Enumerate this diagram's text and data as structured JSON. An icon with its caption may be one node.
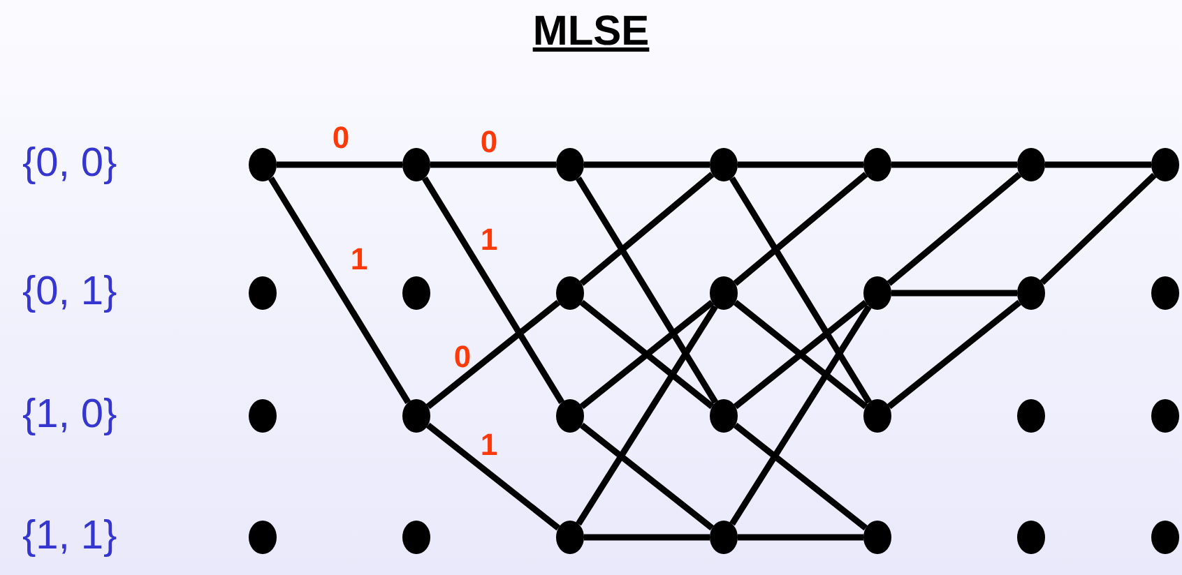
{
  "diagram": {
    "title": "MLSE",
    "nodes": [
      {
        "text": [],
        "shape": "circle"
      },
      {
        "text": [],
        "shape": "circle"
      },
      {
        "text": [],
        "shape": "circle"
      },
      {
        "text": [],
        "shape": "circle"
      },
      {
        "text": [],
        "shape": "circle"
      },
      {
        "text": [],
        "shape": "circle"
      },
      {
        "text": [],
        "shape": "circle"
      },
      {
        "text": [],
        "shape": "circle"
      },
      {
        "text": [],
        "shape": "circle"
      },
      {
        "text": [],
        "shape": "circle"
      },
      {
        "text": [],
        "shape": "circle"
      },
      {
        "text": [],
        "shape": "circle"
      },
      {
        "text": [],
        "shape": "circle"
      },
      {
        "text": [],
        "shape": "circle"
      },
      {
        "text": [],
        "shape": "circle"
      },
      {
        "text": [],
        "shape": "circle"
      },
      {
        "text": [],
        "shape": "circle"
      },
      {
        "text": [],
        "shape": "circle"
      },
      {
        "text": [],
        "shape": "circle"
      },
      {
        "text": [],
        "shape": "circle"
      },
      {
        "text": [],
        "shape": "circle"
      },
      {
        "text": [],
        "shape": "circle"
      },
      {
        "text": [],
        "shape": "circle"
      },
      {
        "text": [],
        "shape": "circle"
      },
      {
        "text": [],
        "shape": "circle"
      },
      {
        "text": [],
        "shape": "circle"
      },
      {
        "text": [],
        "shape": "circle"
      },
      {
        "text": [],
        "shape": "circle"
      }
    ],
    "edges": [
      {
        "from": 0,
        "to": 4,
        "arrow": "none",
        "label": "0"
      },
      {
        "from": 0,
        "to": 6,
        "arrow": "none",
        "label": "1"
      },
      {
        "from": 4,
        "to": 8,
        "arrow": "none",
        "label": "0"
      },
      {
        "from": 4,
        "to": 10,
        "arrow": "none",
        "label": "1"
      },
      {
        "from": 6,
        "to": 9,
        "arrow": "none",
        "label": "0"
      },
      {
        "from": 6,
        "to": 11,
        "arrow": "none",
        "label": "1"
      },
      {
        "from": 8,
        "to": 12,
        "arrow": "none"
      },
      {
        "from": 8,
        "to": 14,
        "arrow": "none"
      },
      {
        "from": 9,
        "to": 12,
        "arrow": "none"
      },
      {
        "from": 9,
        "to": 14,
        "arrow": "none"
      },
      {
        "from": 10,
        "to": 13,
        "arrow": "none"
      },
      {
        "from": 10,
        "to": 15,
        "arrow": "none"
      },
      {
        "from": 11,
        "to": 13,
        "arrow": "none"
      },
      {
        "from": 11,
        "to": 15,
        "arrow": "none"
      },
      {
        "from": 12,
        "to": 16,
        "arrow": "none"
      },
      {
        "from": 12,
        "to": 18,
        "arrow": "none"
      },
      {
        "from": 13,
        "to": 16,
        "arrow": "none"
      },
      {
        "from": 13,
        "to": 18,
        "arrow": "none"
      },
      {
        "from": 14,
        "to": 17,
        "arrow": "none"
      },
      {
        "from": 14,
        "to": 19,
        "arrow": "none"
      },
      {
        "from": 15,
        "to": 17,
        "arrow": "none"
      },
      {
        "from": 15,
        "to": 19,
        "arrow": "none"
      },
      {
        "from": 16,
        "to": 20,
        "arrow": "none"
      },
      {
        "from": 17,
        "to": 20,
        "arrow": "none"
      },
      {
        "from": 17,
        "to": 21,
        "arrow": "none"
      },
      {
        "from": 18,
        "to": 21,
        "arrow": "none"
      },
      {
        "from": 20,
        "to": 24,
        "arrow": "none"
      },
      {
        "from": 21,
        "to": 24,
        "arrow": "none"
      }
    ],
    "labels": [
      "{0, 0}",
      "{0, 1}",
      "{1, 0}",
      "{1, 1}"
    ]
  }
}
